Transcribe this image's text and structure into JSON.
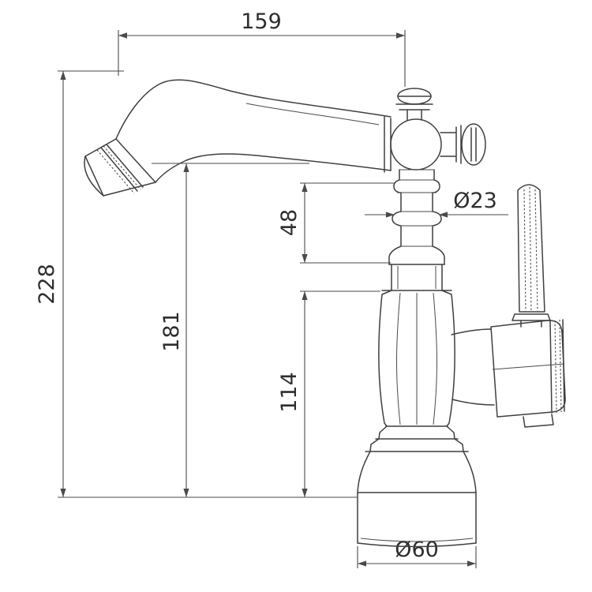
{
  "canvas": {
    "background": "#ffffff",
    "line_color": "#3f3f3f",
    "dimension_line_color": "#4a4a4a",
    "text_color": "#2e2e2e"
  },
  "drawing": {
    "kind": "technical dimension drawing, line art",
    "subject": "classic single-lever basin faucet, side elevation",
    "dimensions": {
      "spout_reach": "159",
      "overall_height": "228",
      "spout_height": "181",
      "neck_height": "48",
      "body_height": "114",
      "neck_diameter": "Ø23",
      "base_diameter": "Ø60"
    }
  }
}
